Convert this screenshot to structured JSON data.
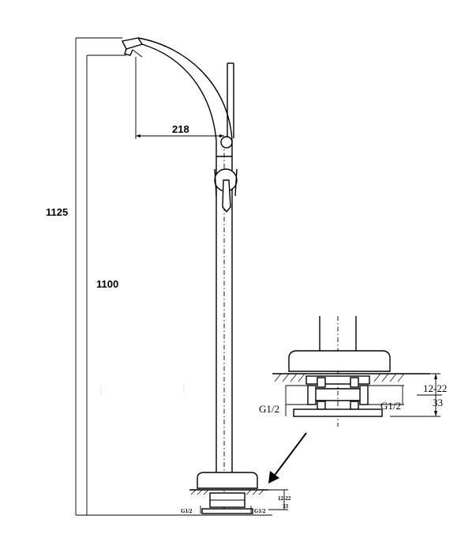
{
  "dimensions": {
    "total_height": "1125",
    "spout_height": "1100",
    "spout_reach": "218"
  },
  "detail": {
    "depth_range": "12-22",
    "depth": "33",
    "thread_left": "G1/2",
    "thread_right": "G1/2"
  },
  "mini_detail": {
    "depth_range": "12-22",
    "depth": "33",
    "thread_left": "G1/2",
    "thread_right": "G1/2"
  }
}
